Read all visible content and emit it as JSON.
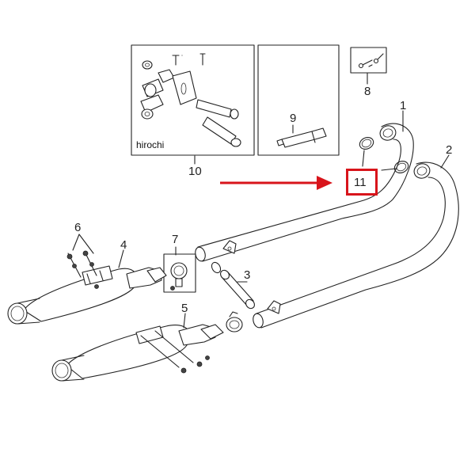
{
  "diagram": {
    "watermark": "hirochi",
    "callouts": {
      "p1": "1",
      "p2": "2",
      "p3": "3",
      "p4": "4",
      "p5": "5",
      "p6": "6",
      "p7": "7",
      "p8": "8",
      "p9": "9",
      "p10": "10",
      "p11": "11"
    },
    "highlight_color": "#d8141b",
    "highlighted_part": "11"
  }
}
